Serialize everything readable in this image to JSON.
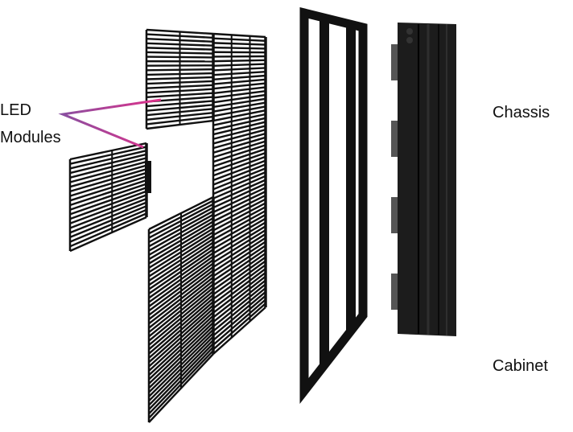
{
  "labels": {
    "led_line1": "LED",
    "led_line2": "Modules",
    "chassis": "Chassis",
    "cabinet": "Cabinet"
  },
  "colors": {
    "leader_start": "#8a4fa0",
    "leader_end": "#e0308a",
    "panel": "#111111",
    "chassis": "#1c1c1c"
  }
}
